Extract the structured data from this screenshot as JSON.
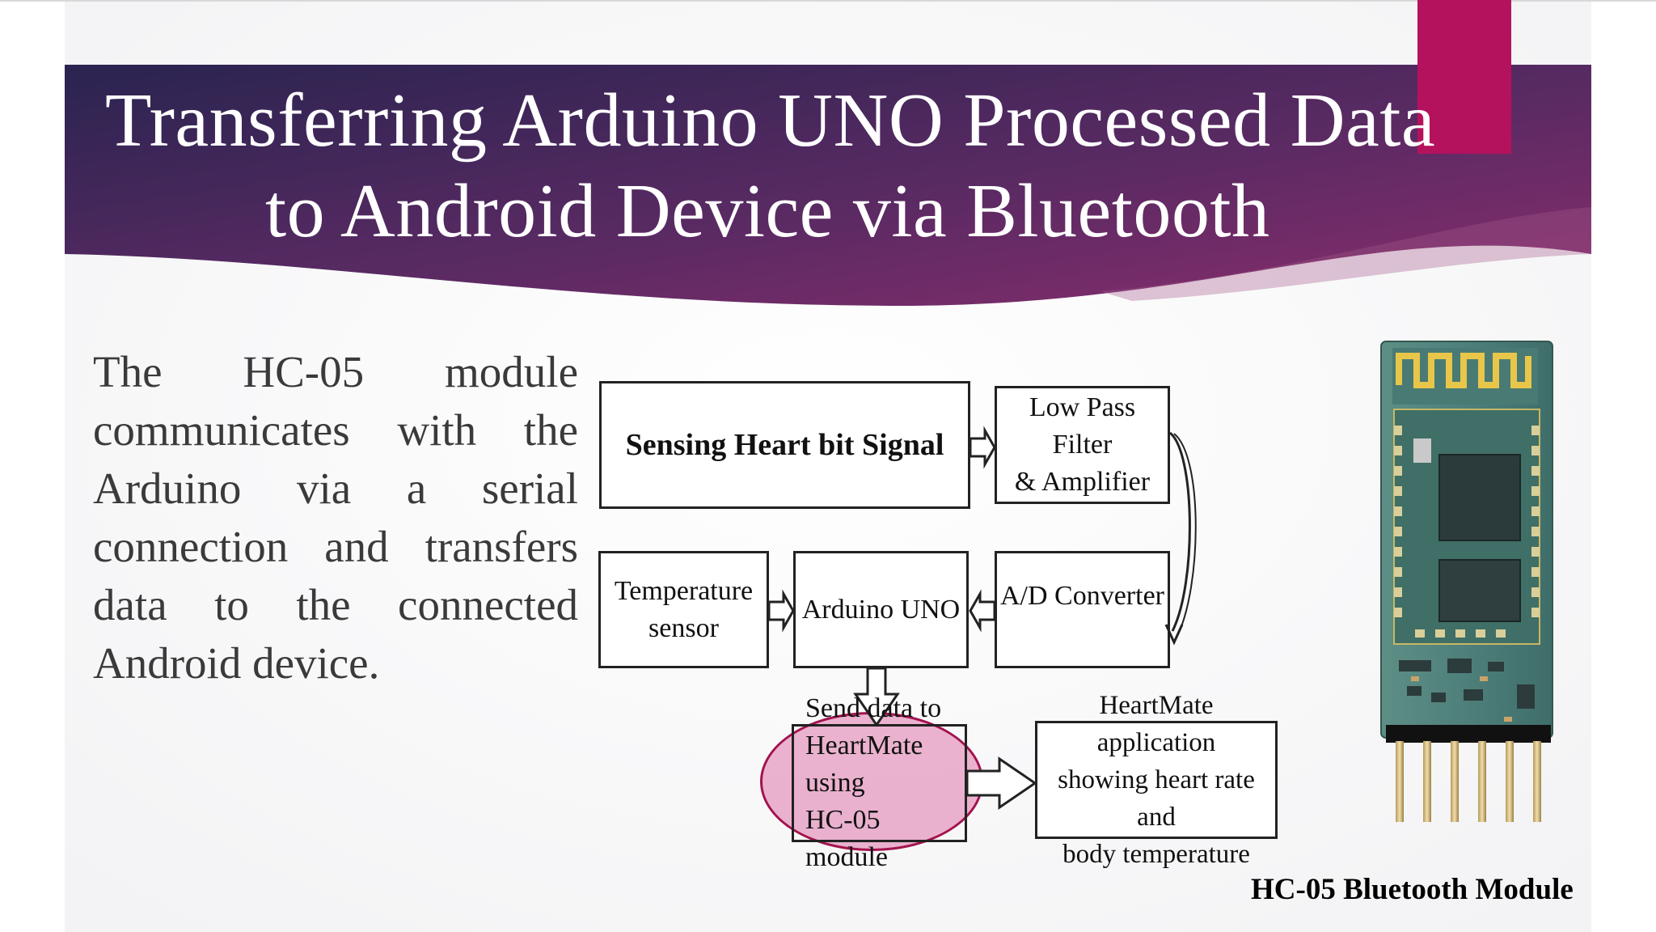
{
  "slide": {
    "title_lines": [
      "Transferring Arduino UNO Processed Data",
      "to Android Device via Bluetooth"
    ],
    "body_text": "The HC-05 module communicates with the Arduino via a serial connection and transfers data to the connected Android device.",
    "caption": "HC-05 Bluetooth Module"
  },
  "diagram": {
    "sensing": "Sensing Heart bit Signal",
    "lowpass": [
      "Low Pass Filter",
      "& Amplifier"
    ],
    "temperature": [
      "Temperature",
      "sensor"
    ],
    "arduino": "Arduino UNO",
    "adc": "A/D Converter",
    "send": [
      "Send data to",
      "HeartMate using",
      "HC-05 module"
    ],
    "heartmate": [
      "HeartMate application",
      "showing heart rate and",
      "body temperature"
    ]
  },
  "colors": {
    "banner_dark": "#2f2452",
    "banner_light": "#7c2c68",
    "accent": "#b5125e",
    "highlight_fill": "#e39bc4",
    "highlight_stroke": "#a3134d"
  }
}
